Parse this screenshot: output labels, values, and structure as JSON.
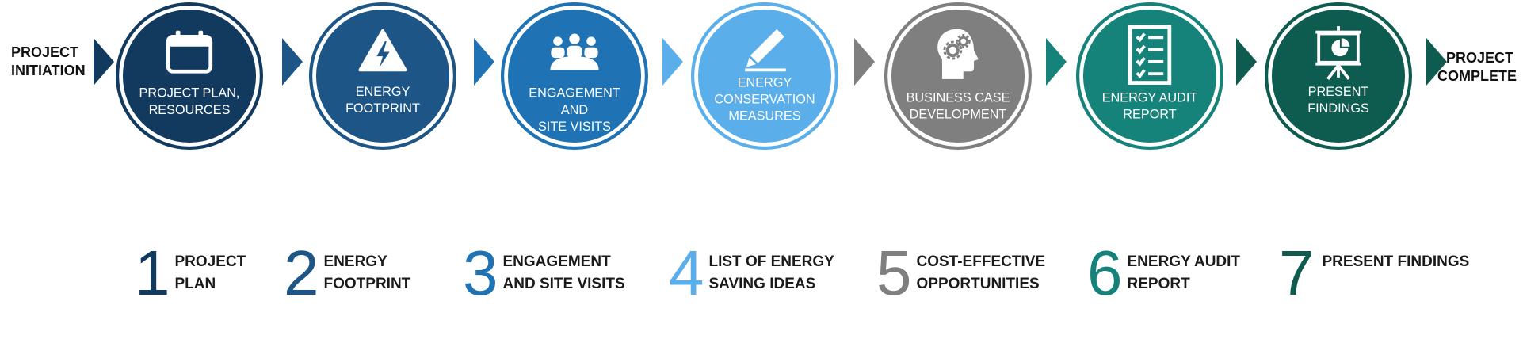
{
  "start_label": [
    "PROJECT",
    "INITIATION"
  ],
  "end_label": [
    "PROJECT",
    "COMPLETE"
  ],
  "stages": [
    {
      "label_lines": [
        "PROJECT PLAN,",
        "RESOURCES"
      ],
      "icon": "calendar-icon",
      "color": "#123a5f"
    },
    {
      "label_lines": [
        "ENERGY",
        "FOOTPRINT"
      ],
      "icon": "lightning-warning-icon",
      "color": "#1d5686"
    },
    {
      "label_lines": [
        "ENGAGEMENT AND",
        "SITE VISITS"
      ],
      "icon": "group-meeting-icon",
      "color": "#1f73b4"
    },
    {
      "label_lines": [
        "ENERGY",
        "CONSERVATION",
        "MEASURES"
      ],
      "icon": "pencil-icon",
      "color": "#5aaeea"
    },
    {
      "label_lines": [
        "BUSINESS CASE",
        "DEVELOPMENT"
      ],
      "icon": "head-gears-icon",
      "color": "#7f7f7f"
    },
    {
      "label_lines": [
        "ENERGY AUDIT",
        "REPORT"
      ],
      "icon": "checklist-icon",
      "color": "#15837a"
    },
    {
      "label_lines": [
        "PRESENT",
        "FINDINGS"
      ],
      "icon": "presentation-board-icon",
      "color": "#0e5b50"
    }
  ],
  "outputs": [
    {
      "number": "1",
      "lines": [
        "PROJECT",
        "PLAN"
      ],
      "color": "#123a5f"
    },
    {
      "number": "2",
      "lines": [
        "ENERGY",
        "FOOTPRINT"
      ],
      "color": "#1d5686"
    },
    {
      "number": "3",
      "lines": [
        "ENGAGEMENT",
        "AND SITE VISITS"
      ],
      "color": "#1f73b4"
    },
    {
      "number": "4",
      "lines": [
        "LIST OF ENERGY",
        "SAVING IDEAS"
      ],
      "color": "#5aaeea"
    },
    {
      "number": "5",
      "lines": [
        "COST-EFFECTIVE",
        "OPPORTUNITIES"
      ],
      "color": "#7f7f7f"
    },
    {
      "number": "6",
      "lines": [
        "ENERGY AUDIT",
        "REPORT"
      ],
      "color": "#15837a"
    },
    {
      "number": "7",
      "lines": [
        "PRESENT FINDINGS"
      ],
      "color": "#0e5b50"
    }
  ]
}
